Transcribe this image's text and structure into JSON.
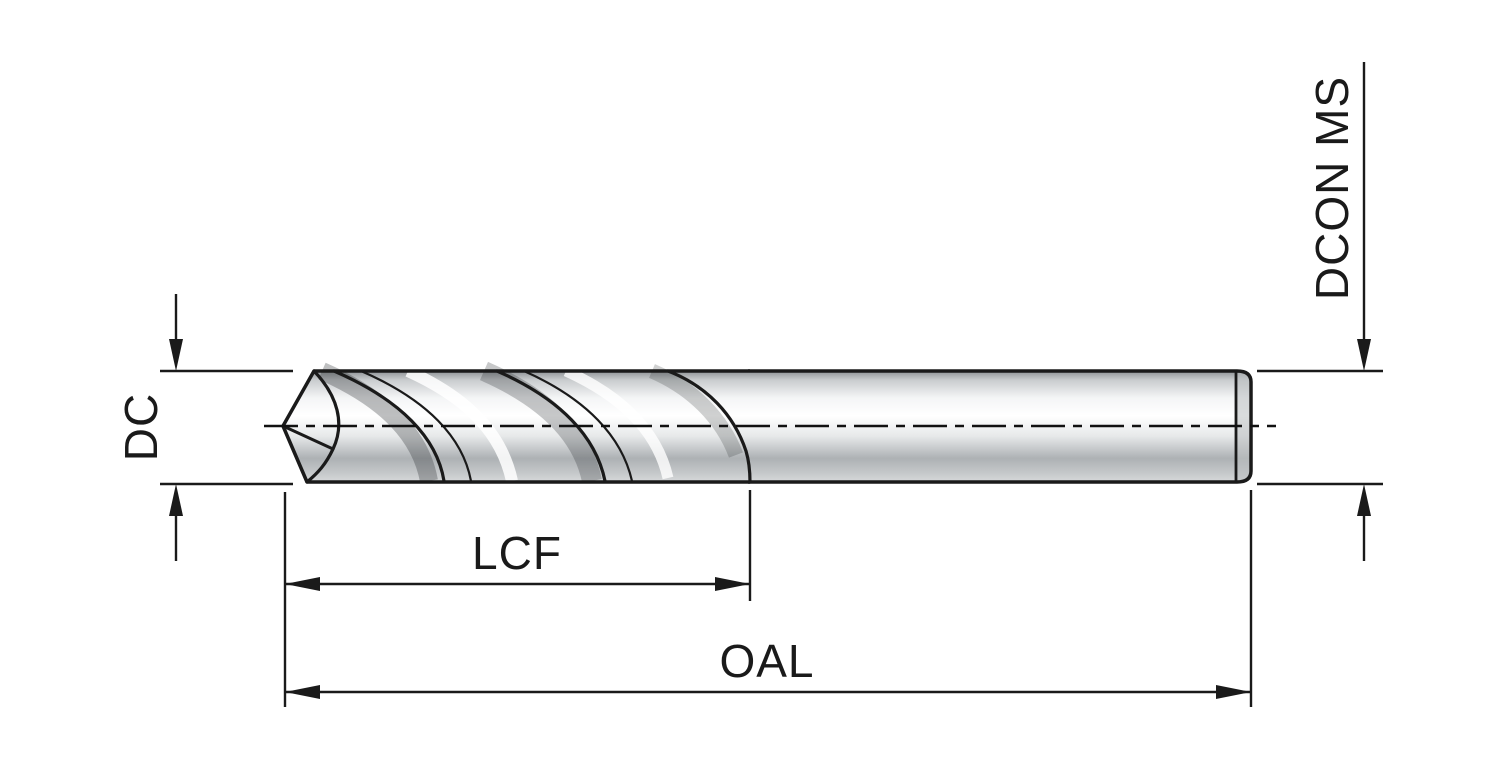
{
  "diagram": {
    "type": "technical-dimension-drawing",
    "subject": "solid-drill-side-view",
    "labels": {
      "dc": "DC",
      "lcf": "LCF",
      "oal": "OAL",
      "dcon_ms": "DCON MS"
    },
    "colors": {
      "line": "#1a1a1a",
      "background": "#ffffff"
    }
  }
}
